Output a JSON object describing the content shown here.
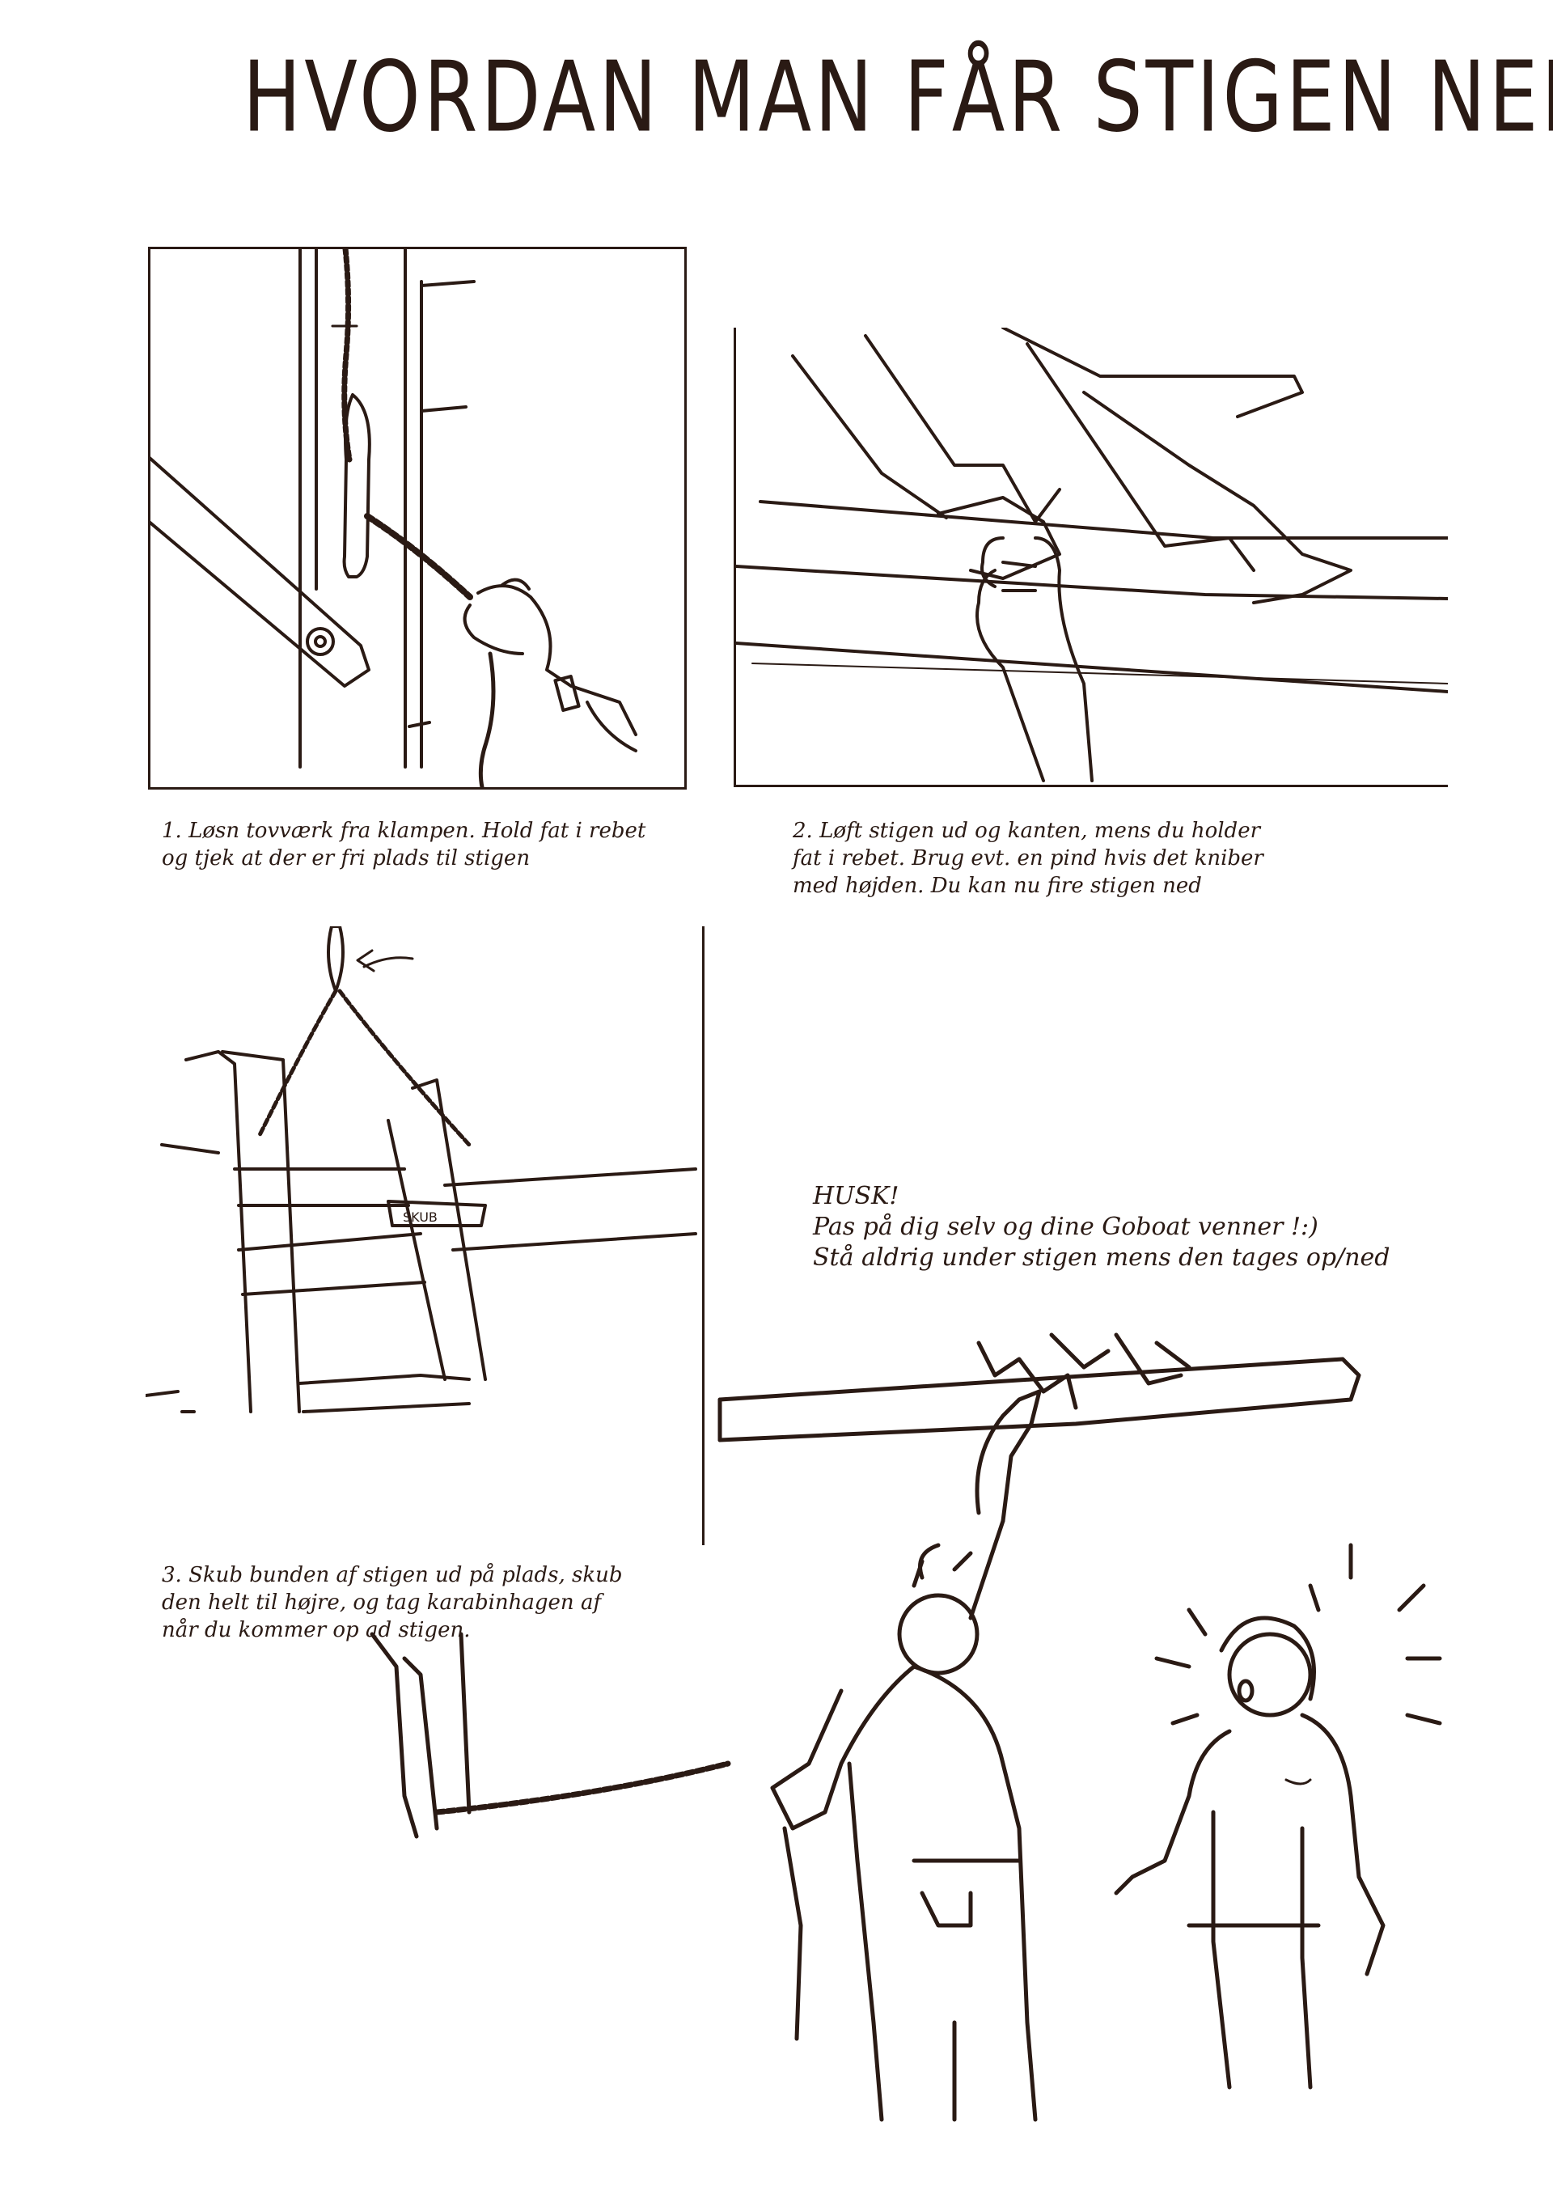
{
  "page": {
    "title": "HVORDAN MAN FÅR STIGEN NED"
  },
  "steps": [
    {
      "lines": [
        "1.  Løsn tovværk fra klampen. Hold fat i rebet",
        "og tjek at der er fri plads til stigen"
      ]
    },
    {
      "lines": [
        "2.  Løft stigen ud og kanten, mens du holder",
        "fat i rebet. Brug evt. en pind hvis det kniber",
        "med højden. Du kan nu fire stigen ned"
      ]
    },
    {
      "lines": [
        "3. Skub bunden af stigen ud på plads, skub",
        "den helt til højre, og tag karabinhagen af",
        "når du kommer op ad stigen."
      ],
      "sign_label": "SKUB"
    }
  ],
  "reminder": {
    "heading": "HUSK!",
    "line1": "Pas på dig selv og dine Goboat venner !:)",
    "line2": "Stå aldrig under stigen mens den tages op/ned"
  },
  "colors": {
    "ink": "#2a1a14",
    "paper": "#ffffff"
  }
}
